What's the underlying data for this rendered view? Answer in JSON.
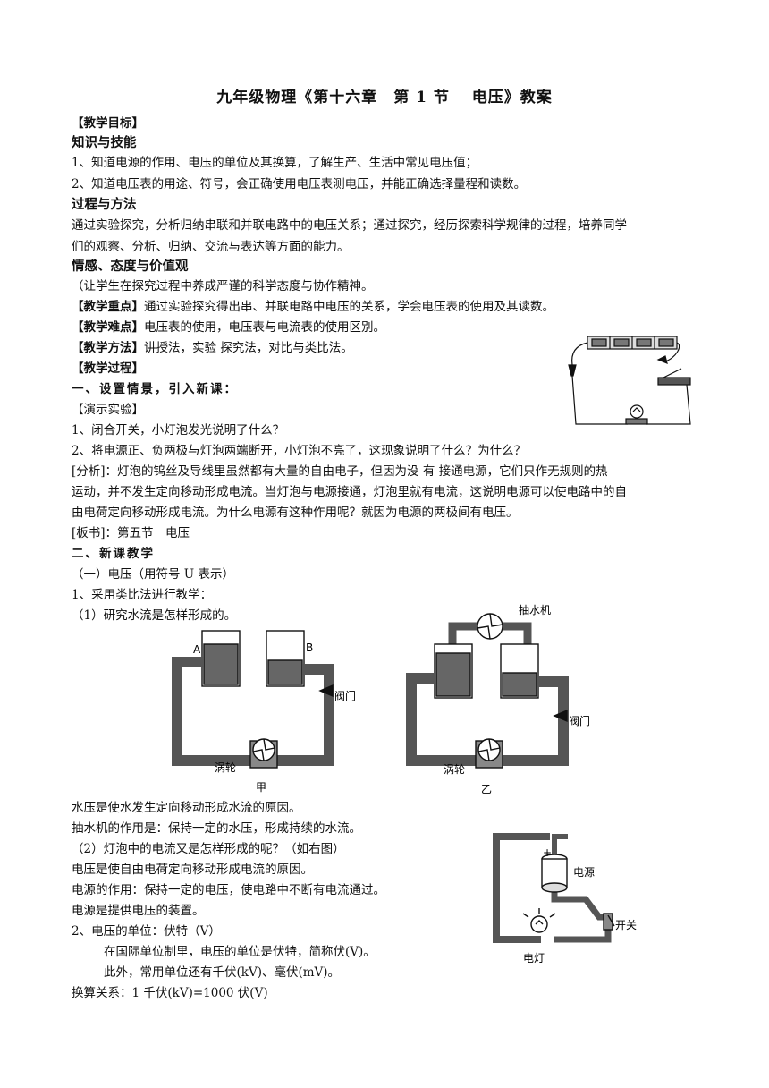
{
  "doc": {
    "title": "九年级物理《第十六章　第 1 节　 电压》教案",
    "teaching_goals_label": "【教学目标】",
    "knowledge_heading": "知识与技能",
    "knowledge_1": "1、知道电源的作用、电压的单位及其换算，了解生产、生活中常见电压值；",
    "knowledge_2": "2、知道电压表的用途、符号，会正确使用电压表测电压，并能正确选择量程和读数。",
    "process_heading": "过程与方法",
    "process_text_1": "通过实验探究，分析归纳串联和并联电路中的电压关系；通过探究，经历探索科学规律的过程，培养同学",
    "process_text_2": "们的观察、分析、归纳、交流与表达等方面的能力。",
    "attitude_heading": "情感、态度与价值观",
    "attitude_text": "（让学生在探究过程中养成严谨的科学态度与协作精神。",
    "key_point_label": "【教学重点】",
    "key_point_text": "通过实验探究得出串、并联电路中电压的关系，学会电压表的使用及其读数。",
    "difficulty_label": "【教学难点】",
    "difficulty_text": "电压表的使用，电压表与电流表的使用区别。",
    "method_label": "【教学方法】",
    "method_text": "讲授法，实验 探究法，对比与类比法。",
    "process_label": "【教学过程】",
    "part1_heading": "一、设置情景，引入新课：",
    "demo_label": "【演示实验】",
    "demo_q1": " 1、闭合开关，小灯泡发光说明了什么？",
    "demo_q2": " 2、将电源正、负两极与灯泡两端断开，小灯泡不亮了，这现象说明了什么？为什么？",
    "analysis_1": "   [分析]：灯泡的钨丝及导线里虽然都有大量的自由电子，但因为没  有  接通电源，它们只作无规则的热",
    "analysis_2": "运动，并不发生定向移动形成电流。当灯泡与电源接通，灯泡里就有电流，这说明电源可以使电路中的自",
    "analysis_3": "由电荷定向移动形成电流。为什么电源有这种作用呢？就因为电源的两极间有电压。",
    "board_text": "[板书]：第五节　电压",
    "part2_heading": "二、新课教学",
    "voltage_def": "（一）电压（用符号 U 表示）",
    "analogy_1": "1、采用类比法进行教学：",
    "analogy_1_1": "（1）研究水流是怎样形成的。",
    "water_pressure": "水压是使水发生定向移动形成水流的原因。",
    "pump_role": "抽水机的作用是：保持一定的水压，形成持续的水流。",
    "bulb_current": "（2）灯泡中的电流又是怎样形成的呢？（如右图）",
    "voltage_cause": "电压是使自由电荷定向移动形成电流的原因。",
    "source_role": "电源的作用：保持一定的电压，使电路中不断有电流通过。",
    "source_device": "电源是提供电压的装置。",
    "unit_heading": "2、电压的单位：伏特（V）",
    "si_unit": "在国际单位制里，电压的单位是伏特，简称伏(V)。",
    "other_units": "此外，常用单位还有千伏(kV)、毫伏(mV)。",
    "conversion": "换算关系：1 千伏(kV)=1000 伏(V)"
  },
  "figures": {
    "water_a": {
      "label_a": "A",
      "label_b": "B",
      "valve": "阀门",
      "turbine": "涡轮",
      "caption": "甲"
    },
    "water_b": {
      "pump": "抽水机",
      "valve": "阀门",
      "turbine": "涡轮",
      "caption": "乙"
    },
    "circuit_b": {
      "source": "电源",
      "switch": "开关",
      "lamp": "电灯",
      "plus": "+"
    }
  }
}
